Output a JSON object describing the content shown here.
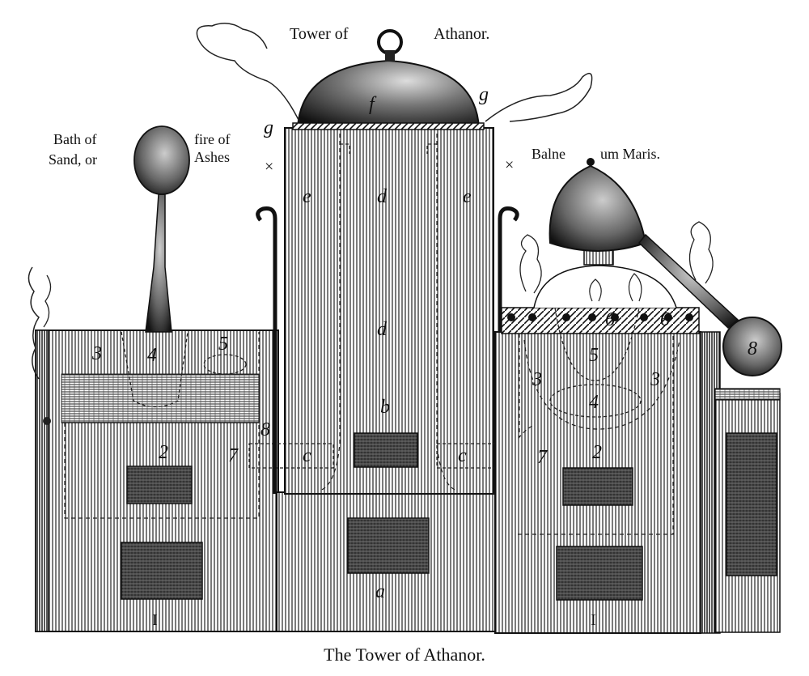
{
  "labels": {
    "tower_of": "Tower of",
    "athanor": "Athanor.",
    "bath_of": "Bath of",
    "sand_or": "Sand, or",
    "fire_of": "fire of",
    "ashes": "Ashes",
    "balne": "Balne",
    "um_maris": "um Maris."
  },
  "letters": {
    "f": "f",
    "g_left": "g",
    "g_right": "g",
    "d_top": "d",
    "d_mid": "d",
    "e_left": "e",
    "e_right": "e",
    "b": "b",
    "c_left": "c",
    "c_right": "c",
    "a": "a",
    "cross_left": "×",
    "cross_right": "×"
  },
  "numerals": {
    "left_3": "3",
    "left_4": "4",
    "left_5": "5",
    "left_8": "8",
    "left_7": "7",
    "left_2": "2",
    "left_1": "I",
    "right_5": "5",
    "right_4": "4",
    "right_3a": "3",
    "right_3b": "3",
    "right_7": "7",
    "right_2": "2",
    "right_1": "I",
    "right_6a": "6",
    "right_6b": "6",
    "right_8": "8"
  },
  "caption": "The Tower of Athanor."
}
